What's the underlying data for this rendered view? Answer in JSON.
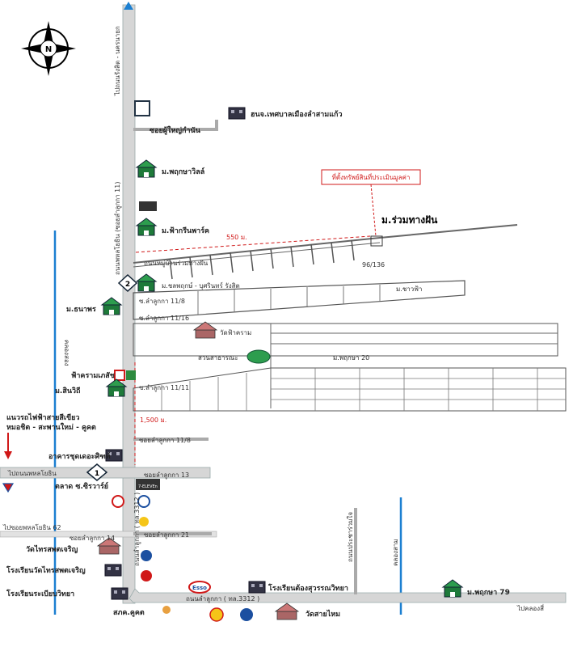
{
  "compass": {
    "letter": "N"
  },
  "roads": {
    "phaholyothin_vertical": "ถนนพหลโยธิน (ซอยลำลูกกา 11)",
    "to_rangsit_nakhon_nayok": "ไปถนนรังสิต - นครนายก",
    "lamlukka_road": "ถนนลำลูกกา ( ทล.3312 )",
    "lamlukka_vertical": "ถนนลำลูกกา ( ทล.3312 )",
    "to_phaholyothin": "ไปถนนพหลโยธิน",
    "to_phaholyothin_62": "ไปซอยพหลโยธิน 62",
    "to_khlong_si": "ไปคลองสี่",
    "khlong_song": "คลองสอง",
    "khlong_sam": "คลองสาม",
    "prachasamran_road": "ถนนประชาร่วมใจ",
    "soi_lamlukka_11_8": "ซอยลำลูกกา 11/8",
    "soi_lamlukka_13": "ซอยลำลูกกา 13",
    "soi_lamlukka_14": "ซอยลำลูกกา 14",
    "soi_lamlukka_21": "ซอยลำลูกกา 21",
    "soi_road_1": "ซ.ลำลูกกา 11/8",
    "soi_road_2": "ซ.ลำลูกกา 11/16",
    "soi_road_3": "ซ.ลำลูกกา 11/11",
    "soi_phuyai": "ซอยผู้ใหญ่กำนัน",
    "soi_village": "ม.ร่วมทางฝัน",
    "road_label_village": "ถนนหมู่บ้านร่วมทางฝัน"
  },
  "places": {
    "municipal_school": "ฮนจ.เทศบาลเมืองลำสามแก้ว",
    "pruksa_ville": "ม.พฤกษาวิลล์",
    "fah_green_park": "ม.ฟ้ากรีนพาร์ค",
    "ruam_thang_fun": "ม.ร่วมทางฝัน",
    "chonpruk": "ม.ชลพฤกษ์ - บุศรินทร์ รังสิต",
    "tanaporn": "ม.ธนาพร",
    "chaofah": "ม.ชาวฟ้า",
    "wat_fakram": "วัดฟ้าคราม",
    "public_park": "สวนสาธารณะ",
    "pruksa_20": "ม.พฤกษา 20",
    "fakram_pharmacy": "ฟ้าครามเภสัช",
    "sinwithee": "ม.สินวิถี",
    "grand_rich": "อาคารชุดเดอะศิฑท์",
    "market": "ตลาด ซ.ซิรวาร์ย์",
    "wat_sai": "วัดไทรสพตเจริญ",
    "school_1": "โรงเรียนวัดไทรสพตเจริญ",
    "school_2": "โรงเรียนระเบียบวิทยา",
    "police": "สภค.คูคต",
    "school_3": "โรงเรียนต้องสุวรรณวิทยา",
    "wat_saimai": "วัดสายไหม",
    "pruksa_79": "ม.พฤกษา 79",
    "bts": "แนวรถไฟฟ้าสายสีเขียว",
    "bts_2": "หมอชิต - สะพานใหม่ - คูคต",
    "esso": "Esso",
    "shop_sign": "7-ELEVEn"
  },
  "annotations": {
    "distance_550": "550 ม.",
    "distance_1500": "1,500 ม.",
    "asset_label": "ที่ตั้งทรัพย์สินที่ประเมินมูลค่า",
    "asset_number": "96/136",
    "marker_1": "1",
    "marker_2": "2"
  }
}
